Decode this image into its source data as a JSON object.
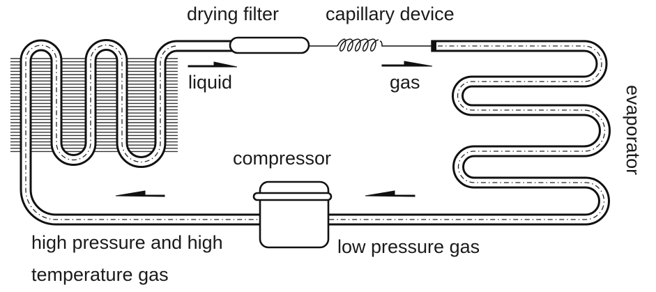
{
  "title": "Refrigeration cycle diagram",
  "labels": {
    "drying_filter": "drying filter",
    "capillary_device": "capillary device",
    "liquid": "liquid",
    "gas": "gas",
    "evaporator": "evaporator",
    "compressor": "compressor",
    "high_pressure_line1": "high pressure and high",
    "high_pressure_line2": "temperature gas",
    "low_pressure_gas": "low pressure gas"
  },
  "components": [
    {
      "id": "condenser",
      "description": "serpentine tube with cooling fins"
    },
    {
      "id": "drying-filter",
      "description": "capsule-shaped filter"
    },
    {
      "id": "capillary-device",
      "description": "coiled capillary tube"
    },
    {
      "id": "evaporator",
      "description": "serpentine tube"
    },
    {
      "id": "compressor",
      "description": "cylindrical compressor"
    }
  ],
  "flow_arrows": [
    {
      "id": "liquid-arrow",
      "direction": "right",
      "label": "liquid"
    },
    {
      "id": "gas-arrow",
      "direction": "right",
      "label": "gas"
    },
    {
      "id": "low-pressure-arrow",
      "direction": "left",
      "label": "low pressure gas"
    },
    {
      "id": "high-pressure-arrow",
      "direction": "left",
      "label": "high pressure and high temperature gas"
    }
  ],
  "colors": {
    "line": "#111111",
    "background": "#ffffff"
  }
}
